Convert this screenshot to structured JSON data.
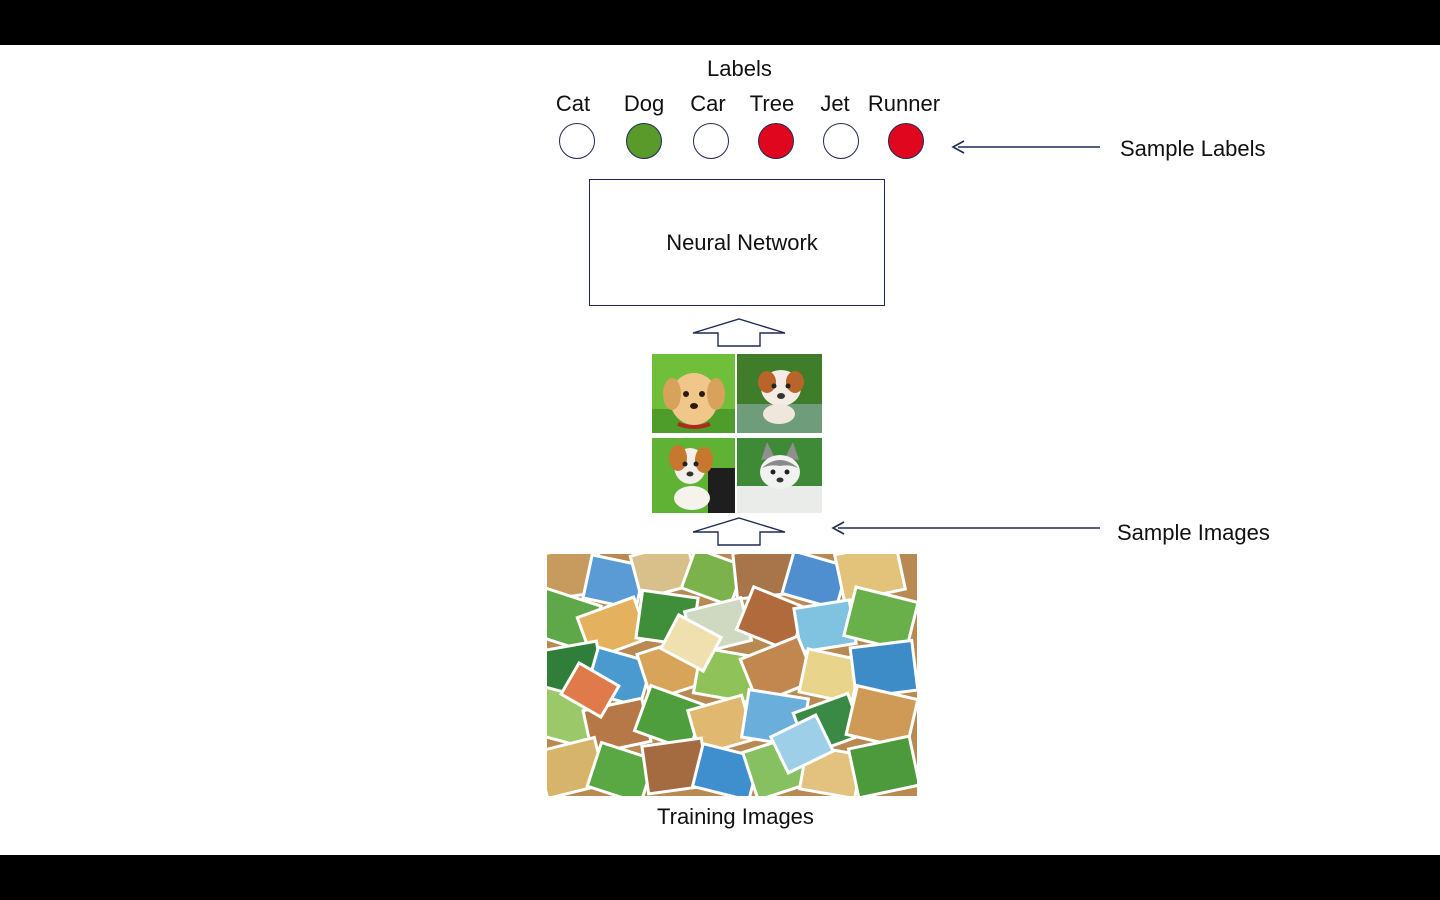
{
  "diagram": {
    "labels_title": "Labels",
    "classes": [
      {
        "name": "Cat",
        "state": "empty"
      },
      {
        "name": "Dog",
        "state": "positive"
      },
      {
        "name": "Car",
        "state": "empty"
      },
      {
        "name": "Tree",
        "state": "negative"
      },
      {
        "name": "Jet",
        "state": "empty"
      },
      {
        "name": "Runner",
        "state": "negative"
      }
    ],
    "colors": {
      "positive": "#5a9a2a",
      "negative": "#e0061e",
      "empty": "#ffffff",
      "stroke": "#1f2a55"
    },
    "network_label": "Neural Network",
    "sample_labels_caption": "Sample Labels",
    "sample_images_caption": "Sample Images",
    "training_images_caption": "Training Images",
    "sample_image_subjects": [
      "golden-retriever-puppy",
      "bulldog-puppy-in-water",
      "beagle-puppy",
      "husky-puppy"
    ]
  }
}
